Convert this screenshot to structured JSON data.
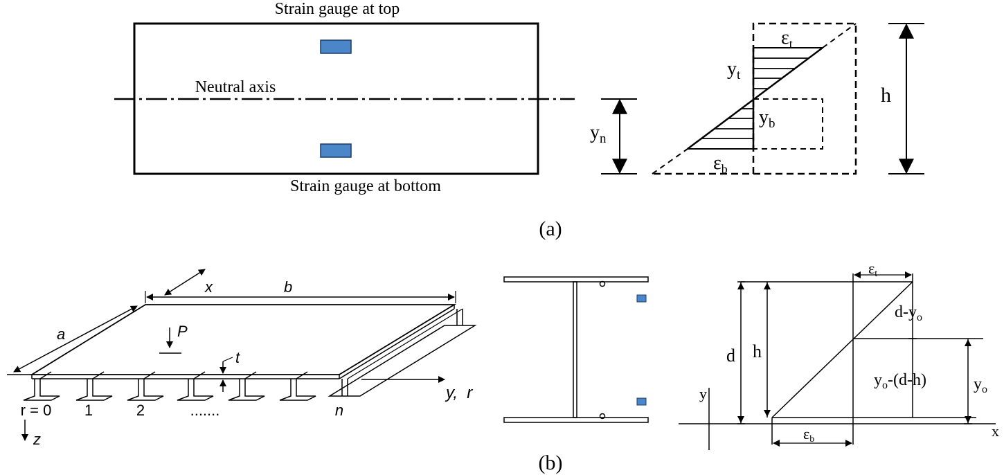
{
  "panel_a": {
    "label": "(a)",
    "top_gauge_label": "Strain gauge at top",
    "bottom_gauge_label": "Strain gauge at bottom",
    "neutral_axis_label": "Neutral axis",
    "yn": {
      "base": "y",
      "sub": "n"
    },
    "yt": {
      "base": "y",
      "sub": "t"
    },
    "yb": {
      "base": "y",
      "sub": "b"
    },
    "eps_t": {
      "base": "ε",
      "sub": "t"
    },
    "eps_b": {
      "base": "ε",
      "sub": "b"
    },
    "h": "h",
    "gauge_color": "#4a86c8"
  },
  "panel_b": {
    "label": "(b)",
    "plate": {
      "x": "x",
      "b": "b",
      "a": "a",
      "P": "P",
      "t": "t",
      "y_r": "y,  r",
      "z": "z",
      "r_labels": [
        "r = 0",
        "1",
        "2",
        "......."
      ],
      "n": "n"
    },
    "section": {
      "gauge_color": "#4a86c8"
    },
    "strain": {
      "eps_t": {
        "base": "ε",
        "sub": "t"
      },
      "eps_b": {
        "base": "ε",
        "sub": "b"
      },
      "d_minus_yo": {
        "pre": "d-y",
        "sub": "o",
        "post": ""
      },
      "yo_minus": {
        "pre": "y",
        "sub": "o",
        "post": "-(d-h)"
      },
      "yo": {
        "pre": "y",
        "sub": "o",
        "post": ""
      },
      "d": "d",
      "h": "h",
      "y_axis": "y",
      "x_axis": "x"
    }
  }
}
